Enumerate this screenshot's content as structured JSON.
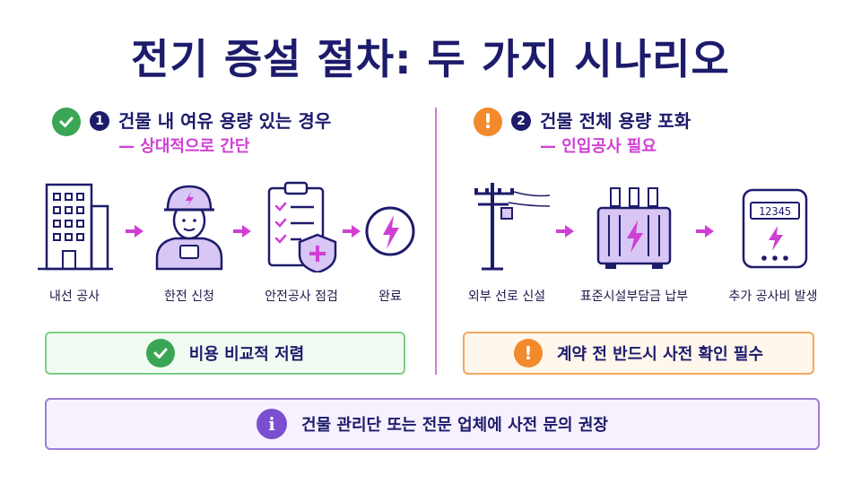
{
  "title": "전기 증설 절차: 두 가지 시나리오",
  "scenario1": {
    "number": "1",
    "status_icon": "check-circle-icon",
    "title": "건물 내 여유 용량 있는 경우",
    "subtitle": "— 상대적으로 간단",
    "steps": [
      {
        "label": "내선 공사",
        "icon": "building-icon"
      },
      {
        "label": "한전 신청",
        "icon": "worker-icon"
      },
      {
        "label": "안전공사 점검",
        "icon": "checklist-shield-icon"
      },
      {
        "label": "완료",
        "icon": "lightning-circle-icon"
      }
    ],
    "note": "비용 비교적 저렴"
  },
  "scenario2": {
    "number": "2",
    "status_icon": "warning-icon",
    "title": "건물 전체 용량 포화",
    "subtitle": "— 인입공사 필요",
    "steps": [
      {
        "label": "외부 선로 신설",
        "icon": "power-pole-icon"
      },
      {
        "label": "표준시설부담금 납부",
        "icon": "transformer-icon"
      },
      {
        "label": "추가 공사비 발생",
        "icon": "meter-icon"
      }
    ],
    "meter_reading": "12345",
    "note": "계약 전 반드시 사전 확인 필수"
  },
  "footer": {
    "icon": "info-icon",
    "text": "건물 관리단 또는 전문 업체에 사전 문의 권장"
  },
  "colors": {
    "navy": "#1d1b6b",
    "accent": "#cf3fd4",
    "green": "#3aa655",
    "orange": "#f2892b",
    "purple": "#7b4fd0"
  }
}
